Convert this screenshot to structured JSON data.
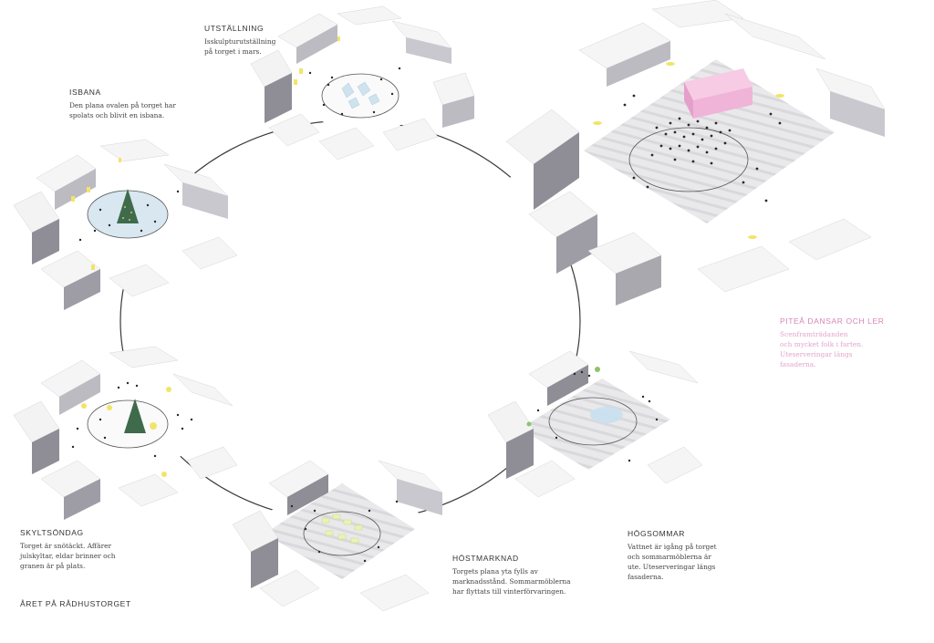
{
  "title": "ÅRET PÅ RÅDHUSTORGET",
  "colors": {
    "roof_light": "#f7f7f8",
    "roof_mid": "#dcdcdf",
    "facade_dark": "#8c8a92",
    "facade_mid": "#b6b5bb",
    "paving": "#e6e6e8",
    "crowd": "#2a2a2a",
    "ice": "#cfe3ef",
    "tree": "#3f6b4c",
    "lights": "#f2e46a",
    "stage": "#f0b4d8",
    "water": "#bcd8ec",
    "accent_pink": "#d684b8"
  },
  "scenes": [
    {
      "id": "utstallning",
      "title": "UTSTÄLLNING",
      "desc": [
        "Isskulpturutställning",
        "på torget i mars."
      ]
    },
    {
      "id": "isbana",
      "title": "ISBANA",
      "desc": [
        "Den plana ovalen på torget har",
        "spolats och blivit en isbana."
      ]
    },
    {
      "id": "pitea",
      "title": "PITEÅ DANSAR OCH LER",
      "desc": [
        "Scenframträdanden",
        "och mycket folk i farten.",
        "Uteserveringar längs",
        "fasaderna."
      ]
    },
    {
      "id": "skyltsondag",
      "title": "SKYLTSÖNDAG",
      "desc": [
        "Torget är snötäckt. Affärer",
        "julskyltar, eldar brinner och",
        "granen är på plats."
      ]
    },
    {
      "id": "hostmarknad",
      "title": "HÖSTMARKNAD",
      "desc": [
        "Torgets plana yta fylls av",
        "marknadsstånd. Sommarmöblerna",
        "har flyttats till vinterförvaringen."
      ]
    },
    {
      "id": "hogsommar",
      "title": "HÖGSOMMAR",
      "desc": [
        "Vattnet är igång på torget",
        "och sommarmöblerna är",
        "ute. Uteserveringar längs",
        "fasaderna."
      ]
    }
  ]
}
